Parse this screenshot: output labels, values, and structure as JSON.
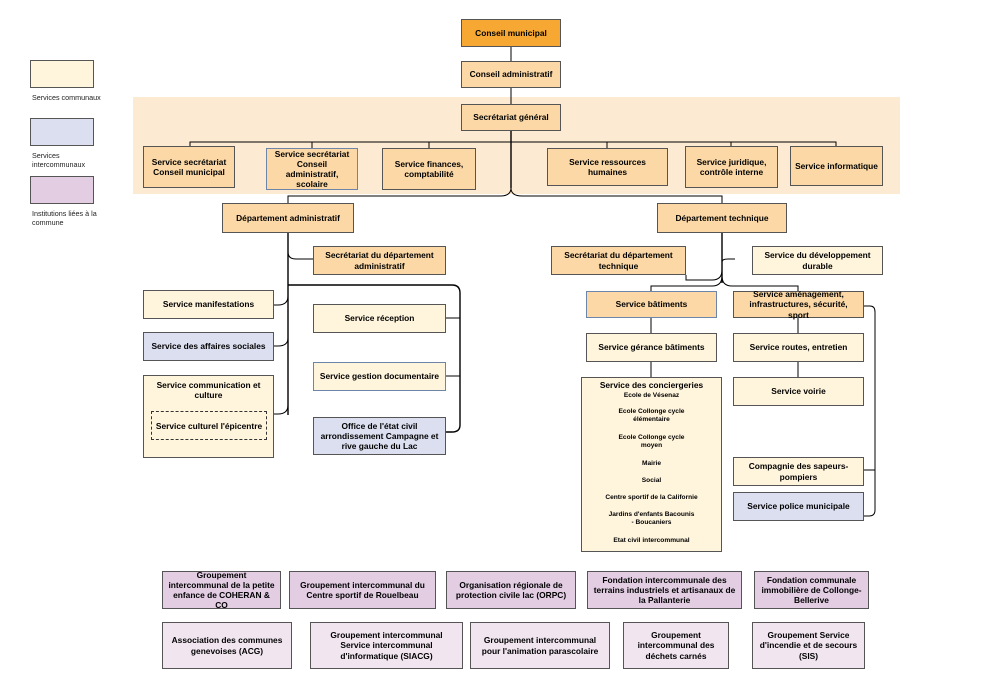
{
  "legend": [
    {
      "label": "Services communaux",
      "color": "#fff4dc"
    },
    {
      "label": "Services intercommunaux",
      "color": "#dcdff0"
    },
    {
      "label": "Institutions liées à la commune",
      "color": "#e2cde3"
    }
  ],
  "top": {
    "conseil_municipal": "Conseil municipal",
    "conseil_administratif": "Conseil administratif",
    "secretariat_general": "Secrétariat général"
  },
  "general_services": {
    "secretariat_cm": "Service secrétariat Conseil municipal",
    "secretariat_ca": "Service secrétariat Conseil administratif, scolaire",
    "finances": "Service finances, comptabilité",
    "rh": "Service ressources humaines",
    "juridique": "Service juridique, contrôle interne",
    "informatique": "Service informatique"
  },
  "dept_admin": {
    "title": "Département administratif",
    "secretariat": "Secrétariat du département administratif",
    "manifestations": "Service manifestations",
    "affaires_sociales": "Service des affaires sociales",
    "communication": "Service communication et culture",
    "epicentre": "Service culturel l'épicentre",
    "reception": "Service réception",
    "gestion_doc": "Service gestion documentaire",
    "etat_civil": "Office de l'état civil arrondissement Campagne et rive gauche du Lac"
  },
  "dept_tech": {
    "title": "Département technique",
    "secretariat": "Secrétariat du département technique",
    "developpement": "Service du développement durable",
    "batiments": "Service bâtiments",
    "gerance": "Service gérance bâtiments",
    "conciergeries": {
      "title": "Service des conciergeries",
      "items": [
        "Ecole de Vésenaz",
        "Ecole Collonge cycle élémentaire",
        "Ecole Collonge cycle moyen",
        "Mairie",
        "Social",
        "Centre sportif de la Californie",
        "Jardins d'enfants Bacounis - Boucaniers",
        "Etat civil intercommunal"
      ]
    },
    "amenagement": "Service aménagement, infrastructures, sécurité, sport",
    "routes": "Service routes, entretien",
    "voirie": "Service voirie",
    "sapeurs": "Compagnie des sapeurs-pompiers",
    "police": "Service police municipale"
  },
  "institutions": [
    "Groupement intercommunal de la petite enfance de COHERAN & CO",
    "Groupement intercommunal du Centre sportif de Rouelbeau",
    "Organisation régionale de protection civile lac (ORPC)",
    "Fondation intercommunale des terrains industriels et artisanaux de la Pallanterie",
    "Fondation communale immobilière de Collonge-Bellerive",
    "Association des communes genevoises (ACG)",
    "Groupement intercommunal Service intercommunal d'informatique (SIACG)",
    "Groupement intercommunal pour l'animation parascolaire",
    "Groupement intercommunal des déchets carnés",
    "Groupement Service d'incendie et de secours (SIS)"
  ]
}
